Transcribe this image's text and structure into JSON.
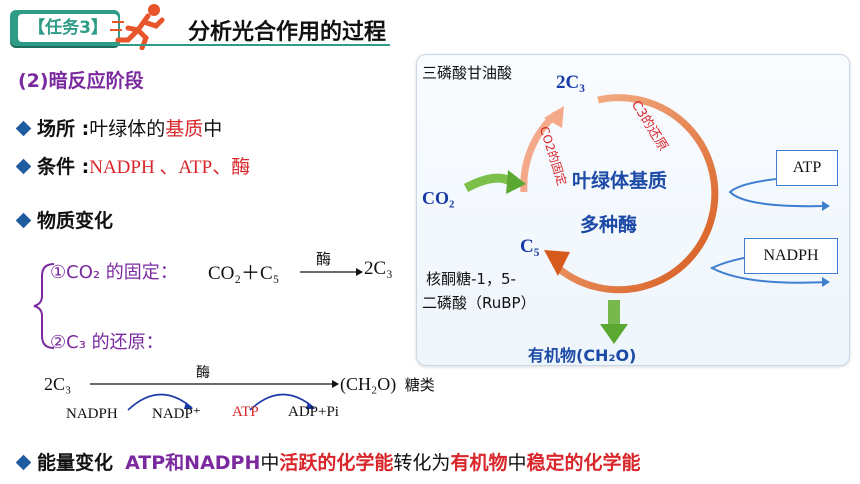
{
  "header": {
    "task_label": "【任务3】",
    "title": "分析光合作用的过程",
    "subtitle": "(2)暗反应阶段"
  },
  "place": {
    "label": "场所",
    "sep": " :",
    "text1": "叶绿体的",
    "highlight": "基质",
    "text2": "中"
  },
  "conditions": {
    "label": "条件",
    "sep": " :",
    "value": "NADPH 、ATP、酶"
  },
  "material": {
    "label": "物质变化",
    "fixation": {
      "label": "①CO₂ 的固定",
      "sep": "：",
      "lhs": "CO₂＋C₅",
      "enzyme": "酶",
      "rhs": "2C₃"
    },
    "reduction": {
      "label": "②C₃ 的还原",
      "sep": "："
    }
  },
  "reduction_eq": {
    "lhs": "2C₃",
    "enzyme": "酶",
    "rhs": "(CH₂O)",
    "rhs_note": "糖类",
    "nadph": "NADPH",
    "nadp": "NADP⁺",
    "atp": "ATP",
    "adp": "ADP+Pi"
  },
  "energy": {
    "label": "能量变化",
    "p1": "ATP和NADPH",
    "p2": "中",
    "p3": "活跃的化学能",
    "p4": "转化为",
    "p5": "有机物",
    "p6": "中",
    "p7": "稳定的化学能"
  },
  "cycle": {
    "g3p": "三磷酸甘油酸",
    "c3": "2C₃",
    "c3_reduction": "C3的还原",
    "co2_fixation": "CO2的固定",
    "center1": "叶绿体基质",
    "center2": "多种酶",
    "co2": "CO₂",
    "c5": "C₅",
    "rubp1": "核酮糖-1，5-",
    "rubp2": "二磷酸（RuBP）",
    "atp_box": "ATP",
    "nadph_box": "NADPH",
    "product": "有机物(CH₂O)"
  },
  "colors": {
    "accent": "#2e9c86",
    "cycle_orange": "#e07a33",
    "purple": "#7a2a9e",
    "red": "#d9262b"
  }
}
